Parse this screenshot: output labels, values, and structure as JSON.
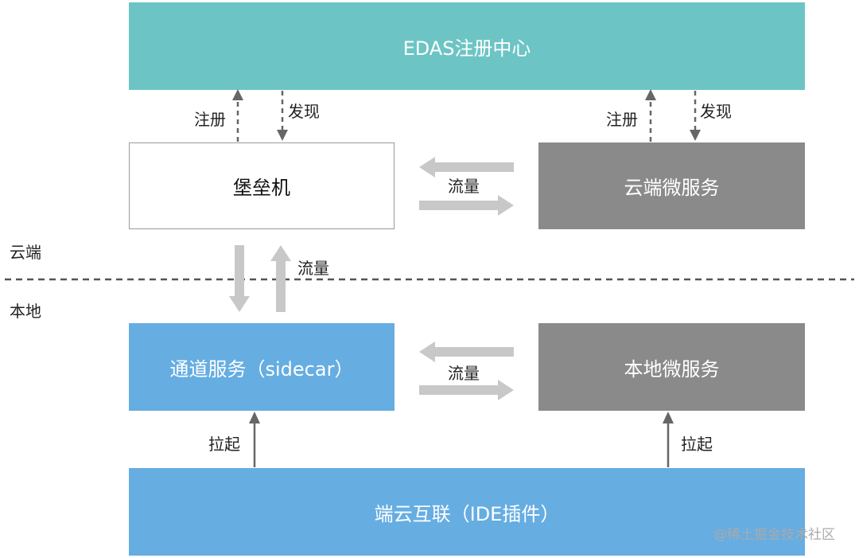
{
  "boxes": {
    "registry": "EDAS注册中心",
    "bastion": "堡垒机",
    "cloud_service": "云端微服务",
    "sidecar": "通道服务（sidecar）",
    "local_service": "本地微服务",
    "ide_plugin": "端云互联（IDE插件）"
  },
  "labels": {
    "register_left": "注册",
    "discover_left": "发现",
    "register_right": "注册",
    "discover_right": "发现",
    "traffic_top": "流量",
    "traffic_vertical": "流量",
    "traffic_bottom": "流量",
    "launch_left": "拉起",
    "launch_right": "拉起"
  },
  "zones": {
    "cloud": "云端",
    "local": "本地"
  },
  "watermark": "@稀土掘金技术社区",
  "colors": {
    "registry": "#6cc5c4",
    "bastion": "#ffffff",
    "cloud_service": "#8a8a8a",
    "sidecar": "#66ade2",
    "local_service": "#8a8a8a",
    "ide_plugin": "#66ade2",
    "traffic_arrow": "#c8c8c8",
    "line_arrow": "#666666"
  }
}
